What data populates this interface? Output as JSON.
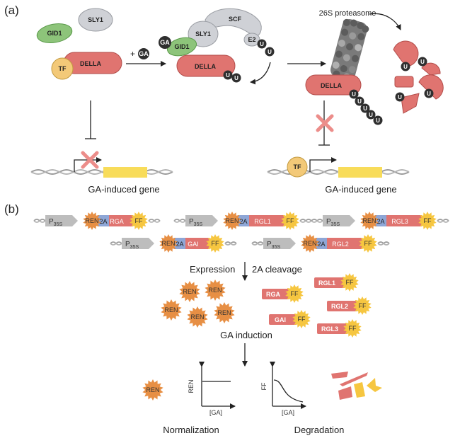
{
  "panel_a": {
    "label": "(a)",
    "gid1": "GID1",
    "sly1": "SLY1",
    "tf": "TF",
    "della": "DELLA",
    "plus_ga": "+",
    "ga": "GA",
    "scf": "SCF",
    "e2": "E2",
    "u": "U",
    "proteasome": "26S proteasome",
    "gene_left": "GA-induced gene",
    "gene_right": "GA-induced gene"
  },
  "panel_b": {
    "label": "(b)",
    "promoter": "P",
    "promoter_sub": "35S",
    "ren": "REN",
    "two_a": "2A",
    "ff": "FF",
    "constructs": [
      "RGA",
      "RGL1",
      "RGL3",
      "GAI",
      "RGL2"
    ],
    "expression": "Expression",
    "cleavage": "2A cleavage",
    "ga_induction": "GA induction",
    "plot1_ylabel": "REN",
    "plot1_xlabel": "[GA]",
    "plot2_ylabel": "FF",
    "plot2_xlabel": "[GA]",
    "normalization": "Normalization",
    "degradation": "Degradation"
  },
  "colors": {
    "della": "#e07470",
    "gid1": "#8dc47a",
    "sly1": "#cfd1d6",
    "tf": "#f3c978",
    "gene": "#f8dc5a",
    "ren": "#e78f44",
    "ff": "#f6c640",
    "two_a": "#8ea6d6",
    "promoter": "#bdbdbd",
    "inhibit": "#ec8d8a",
    "ubiquitin": "#2f2f2f"
  }
}
